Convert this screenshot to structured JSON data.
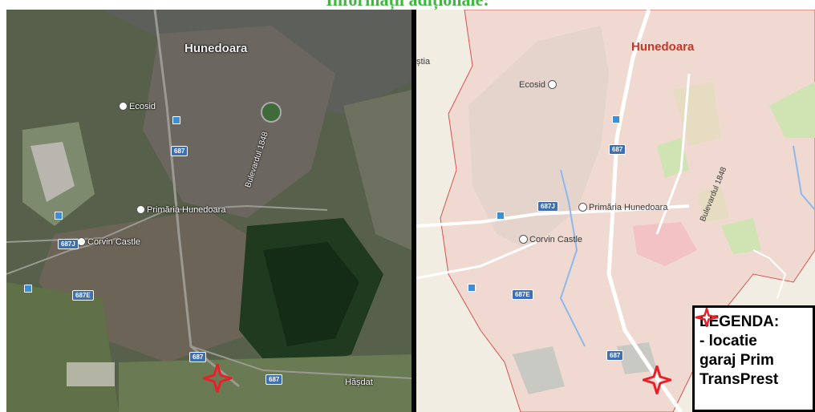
{
  "title": "Informații adiționale:",
  "satellite": {
    "city": "Hunedoara",
    "labels": {
      "ecosid": "Ecosid",
      "primaria": "Primăria Hunedoara",
      "corvin": "Corvin Castle",
      "bulevardul": "Bulevardul 1848",
      "hasdat": "Hășdat"
    },
    "shields": {
      "s687a": "687",
      "s687j": "687J",
      "s687e": "687E",
      "s687b": "687",
      "s687c": "687"
    }
  },
  "roadmap": {
    "city": "Hunedoara",
    "edge": "știa",
    "labels": {
      "ecosid": "Ecosid",
      "primaria": "Primăria Hunedoara",
      "corvin": "Corvin Castle",
      "bulevardul": "Bulevardul 1848"
    },
    "shields": {
      "s687a": "687",
      "s687j": "687J",
      "s687e": "687E",
      "s687b": "687"
    }
  },
  "legend": {
    "title": "LEGENDA:",
    "line1": "- locatie",
    "line2": "garaj Prim",
    "line3": "TransPrest"
  },
  "colors": {
    "marker": "#e8202a",
    "title": "#3fb83f"
  }
}
